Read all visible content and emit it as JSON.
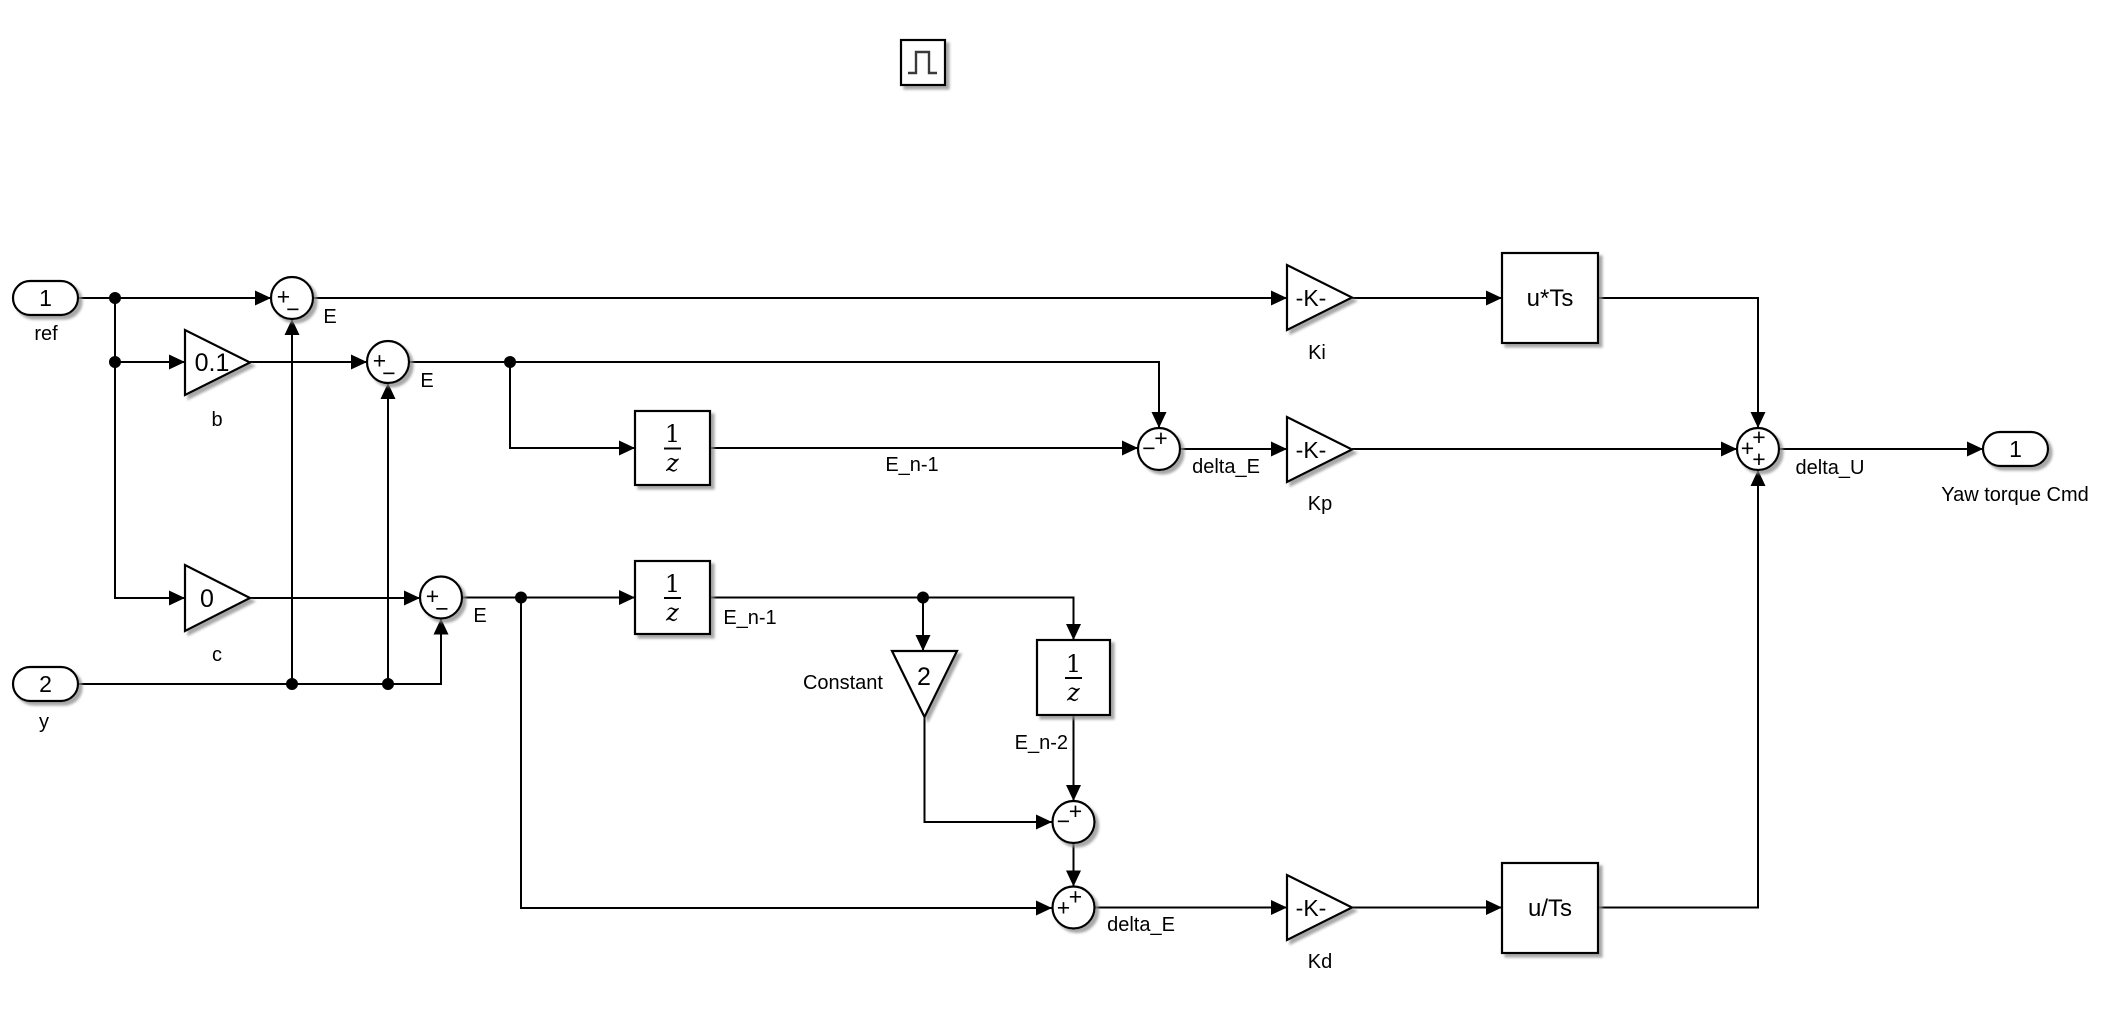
{
  "canvas": {
    "background": "#ffffff",
    "line_color": "#000000",
    "shadow_color": "#8a8a8a"
  },
  "blocks": {
    "pulse": {
      "icon": "pulse-wave"
    },
    "inport1": {
      "num": "1",
      "label": "ref"
    },
    "inport2": {
      "num": "2",
      "label": "y"
    },
    "gain_b": {
      "value": "0.1",
      "label": "b"
    },
    "gain_c": {
      "value": "0",
      "label": "c"
    },
    "gain_ki": {
      "value": "-K-",
      "label": "Ki"
    },
    "gain_kp": {
      "value": "-K-",
      "label": "Kp"
    },
    "gain_kd": {
      "value": "-K-",
      "label": "Kd"
    },
    "constant": {
      "value": "2",
      "label": "Constant"
    },
    "delay1": {
      "num": "1",
      "den": "z"
    },
    "delay2": {
      "num": "1",
      "den": "z"
    },
    "delay3": {
      "num": "1",
      "den": "z"
    },
    "uts_mul": {
      "label": "u*Ts"
    },
    "uts_div": {
      "label": "u/Ts"
    },
    "outport1": {
      "num": "1",
      "label": "Yaw torque Cmd"
    }
  },
  "sums": {
    "err_i": {
      "west": "+",
      "south": "−"
    },
    "err_p": {
      "west": "+",
      "south": "−"
    },
    "err_d": {
      "west": "+",
      "south": "−"
    },
    "diff_p": {
      "north": "+",
      "west": "−"
    },
    "diff_d1": {
      "north": "+",
      "west": "−"
    },
    "diff_d2": {
      "north": "+",
      "west": "+"
    },
    "out": {
      "north": "+",
      "west": "+",
      "south": "+"
    }
  },
  "signals": {
    "e_i": "E",
    "e_p": "E",
    "e_d": "E",
    "en1_p": "E_n-1",
    "en1_d": "E_n-1",
    "en2": "E_n-2",
    "delta_e_p": "delta_E",
    "delta_e_d": "delta_E",
    "delta_u": "delta_U"
  }
}
